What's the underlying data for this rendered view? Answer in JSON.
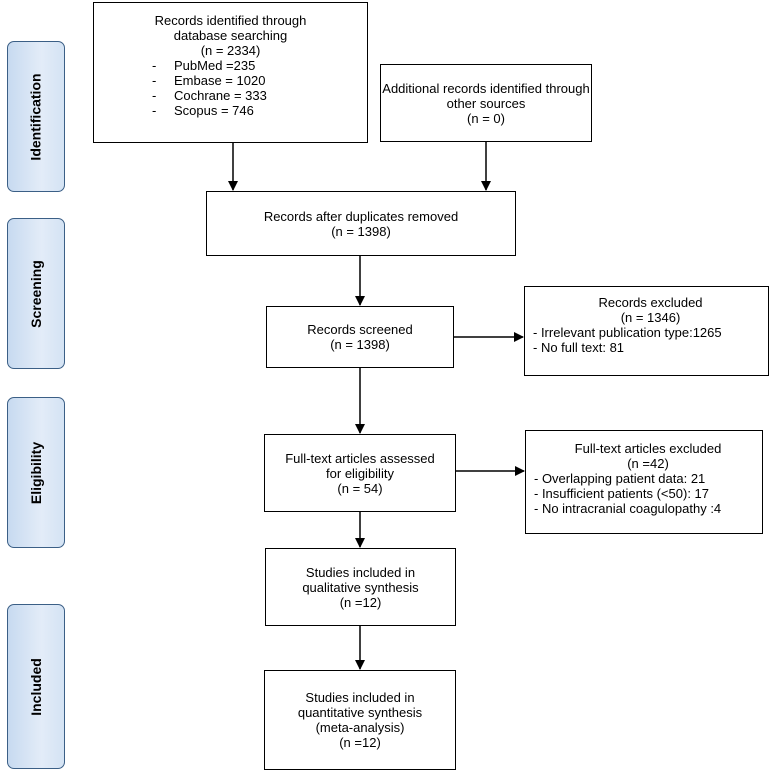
{
  "stages": {
    "identification": "Identification",
    "screening": "Screening",
    "eligibility": "Eligibility",
    "included": "Included"
  },
  "db_search": {
    "title": [
      "Records identified through",
      "database searching",
      "(n = 2334)"
    ],
    "sources": [
      "PubMed =235",
      "Embase = 1020",
      "Cochrane = 333",
      "Scopus = 746"
    ]
  },
  "other_sources": {
    "lines": [
      "Additional records identified through",
      "other sources",
      "(n = 0)"
    ]
  },
  "after_duplicates": {
    "lines": [
      "Records after duplicates removed",
      "(n = 1398)"
    ]
  },
  "screened": {
    "lines": [
      "Records screened",
      "(n = 1398)"
    ]
  },
  "excluded_records": {
    "lines": [
      "Records excluded",
      "(n = 1346)"
    ],
    "reasons": [
      "- Irrelevant publication type:1265",
      "- No full text: 81"
    ]
  },
  "fulltext_assessed": {
    "lines": [
      "Full-text articles assessed",
      "for eligibility",
      "(n = 54)"
    ]
  },
  "excluded_fulltext": {
    "lines": [
      "Full-text articles excluded",
      "(n =42)"
    ],
    "reasons": [
      "- Overlapping patient data: 21",
      "- Insufficient patients (<50): 17",
      "- No intracranial coagulopathy :4"
    ]
  },
  "qualitative": {
    "lines": [
      "Studies included in",
      "qualitative synthesis",
      "(n =12)"
    ]
  },
  "quantitative": {
    "lines": [
      "Studies included in",
      "quantitative synthesis",
      "(meta-analysis)",
      "(n =12)"
    ]
  }
}
